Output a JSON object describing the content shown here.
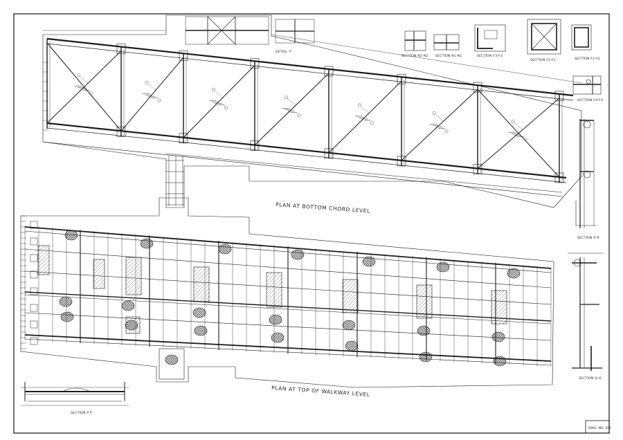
{
  "drawing": {
    "plan_bottom_title": "PLAN AT BOTTOM CHORD LEVEL",
    "plan_walkway_title": "PLAN AT TOP OF WALKWAY LEVEL",
    "detail_label": "DETAIL 'F'",
    "section_pp_label": "SECTION P-P",
    "section_labels": [
      "SECTION N2-N2",
      "SECTION N1-N1",
      "SECTION F3-F3",
      "SECTION F1-F1",
      "SECTION F2-F2",
      "SECTION F4-F4",
      "SECTION R-R",
      "SECTION Q-Q"
    ],
    "drawing_number": "DWG. NO. 201"
  },
  "colors": {
    "line": "#1a1a1a",
    "paper": "#ffffff",
    "hatch": "#333333"
  }
}
